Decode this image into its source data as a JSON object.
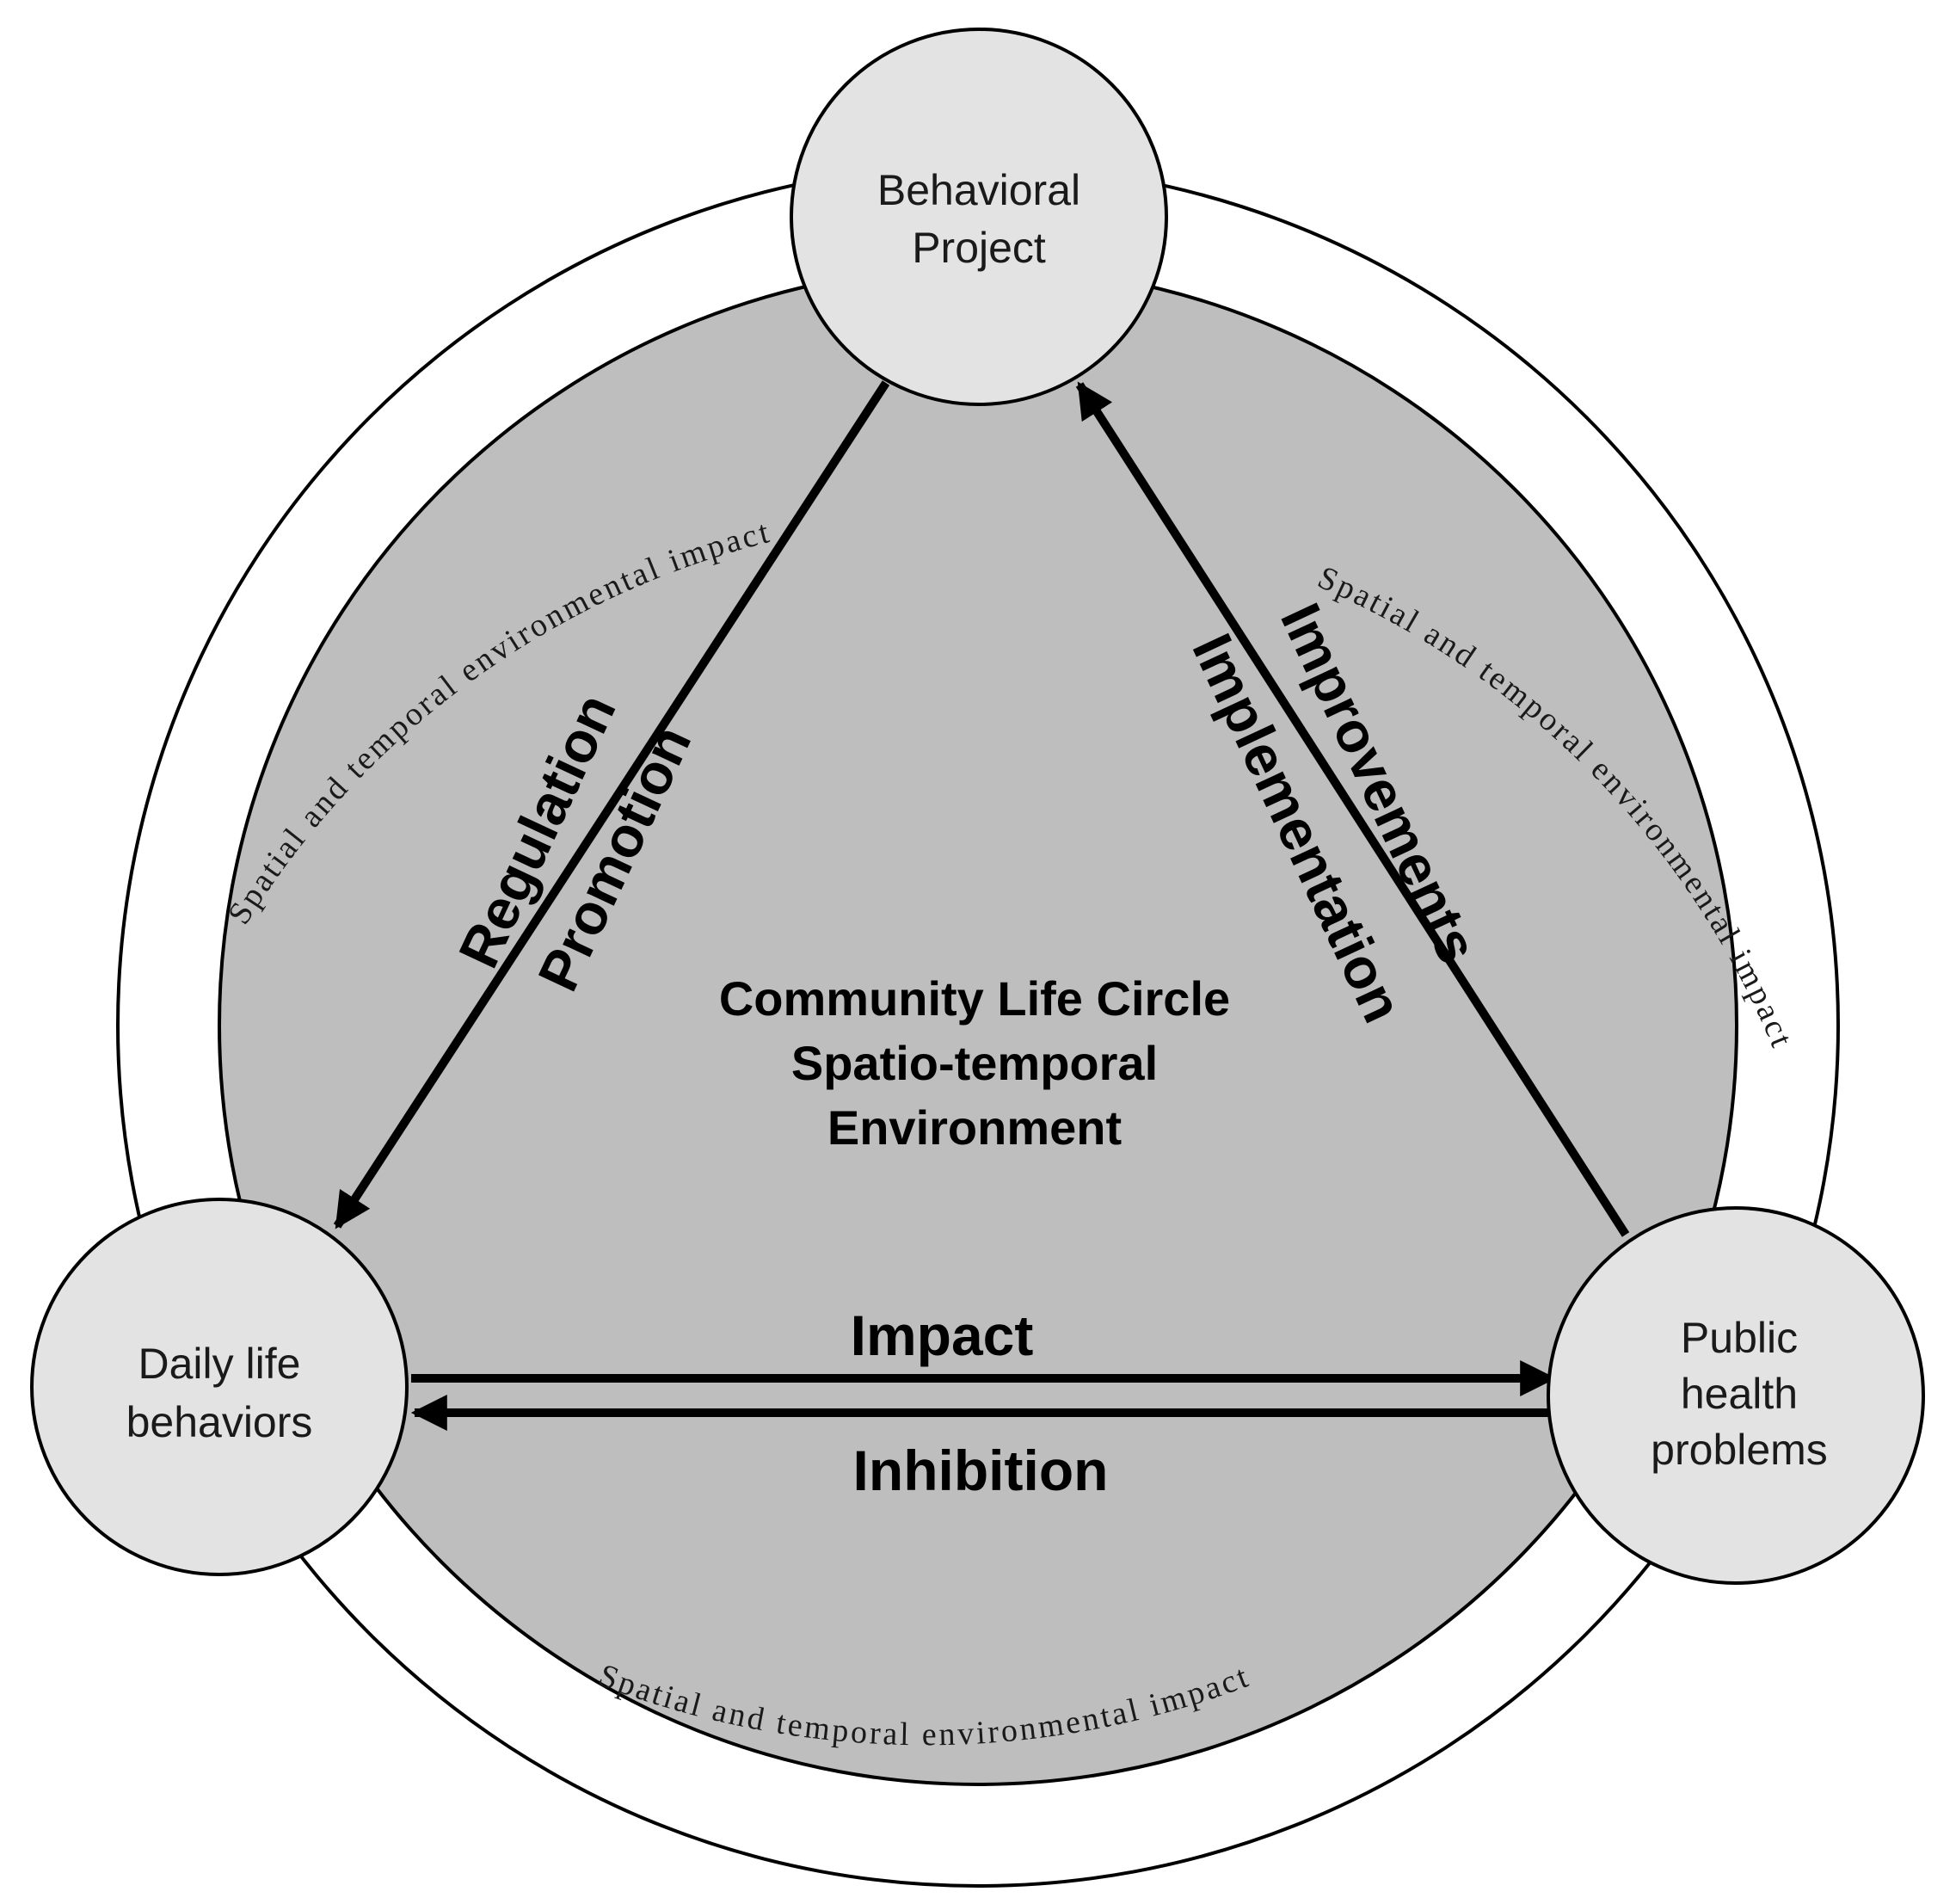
{
  "colors": {
    "background": "#ffffff",
    "inner_fill": "#bebebe",
    "node_fill": "#e3e3e3",
    "stroke": "#000000"
  },
  "outer_ring": {
    "label_left": "Spatial and temporal environmental impact",
    "label_right": "Spatial and temporal environmental impact",
    "label_bottom": "Spatial and temporal environmental impact"
  },
  "center": {
    "lines": [
      "Community Life Circle",
      "Spatio-temporal",
      "Environment"
    ]
  },
  "nodes": {
    "top": {
      "lines": [
        "Behavioral",
        "Project"
      ]
    },
    "left": {
      "lines": [
        "Daily life",
        "behaviors"
      ]
    },
    "right": {
      "lines": [
        "Public",
        "health",
        "problems"
      ]
    }
  },
  "edges": {
    "left_edge": {
      "label_1": "Regulation",
      "label_2": "Promotion"
    },
    "right_edge": {
      "label_1": "Improvements",
      "label_2": "Implementation"
    },
    "bottom_edge": {
      "label_top": "Impact",
      "label_bottom": "Inhibition"
    }
  }
}
